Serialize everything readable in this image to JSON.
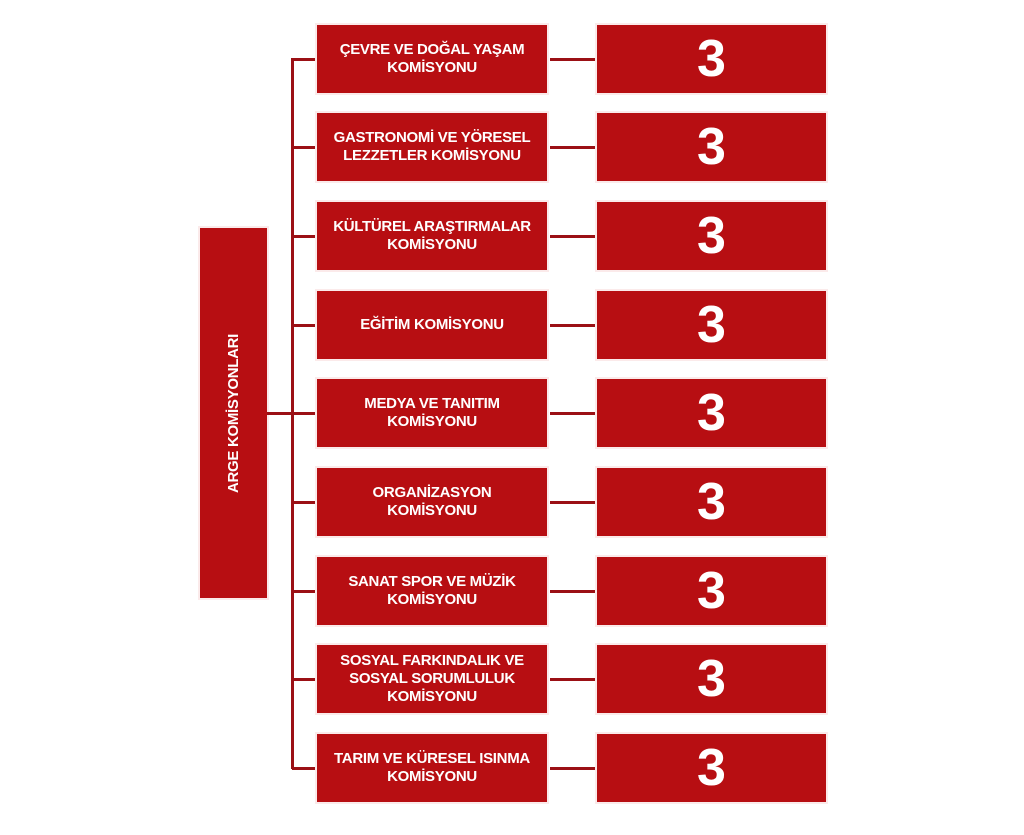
{
  "root_label": "ARGE KOMİSYONLARI",
  "accent_color": "#b70e12",
  "commissions": [
    {
      "name": "ÇEVRE VE DOĞAL YAŞAM KOMİSYONU",
      "count": "3"
    },
    {
      "name": "GASTRONOMİ VE YÖRESEL LEZZETLER KOMİSYONU",
      "count": "3"
    },
    {
      "name": "KÜLTÜREL ARAŞTIRMALAR KOMİSYONU",
      "count": "3"
    },
    {
      "name": "EĞİTİM KOMİSYONU",
      "count": "3"
    },
    {
      "name": "MEDYA VE TANITIM KOMİSYONU",
      "count": "3"
    },
    {
      "name": "ORGANİZASYON  KOMİSYONU",
      "count": "3"
    },
    {
      "name": "SANAT SPOR VE MÜZİK KOMİSYONU",
      "count": "3"
    },
    {
      "name": "SOSYAL FARKINDALIK VE SOSYAL SORUMLULUK KOMİSYONU",
      "count": "3"
    },
    {
      "name": "TARIM VE KÜRESEL ISINMA KOMİSYONU",
      "count": "3"
    }
  ]
}
